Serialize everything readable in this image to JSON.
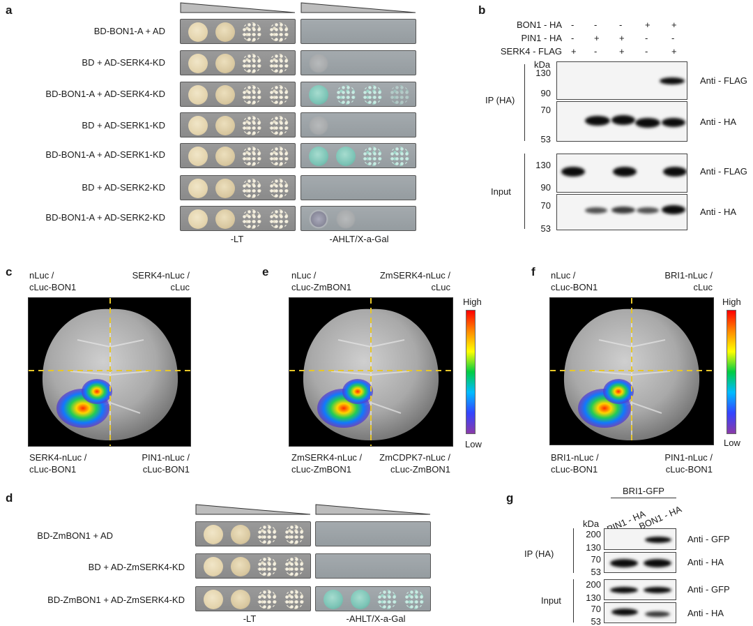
{
  "panel_a": {
    "label": "a",
    "rows": [
      "BD-BON1-A + AD",
      "BD + AD-SERK4-KD",
      "BD-BON1-A + AD-SERK4-KD",
      "BD + AD-SERK1-KD",
      "BD-BON1-A + AD-SERK1-KD",
      "BD + AD-SERK2-KD",
      "BD-BON1-A + AD-SERK2-KD"
    ],
    "left_condition": "-LT",
    "right_condition": "-AHLT/X-a-Gal",
    "growth_colors": {
      "control": "#e3d3ac",
      "positive": "#7cc4b6"
    }
  },
  "panel_b": {
    "label": "b",
    "conditions": [
      {
        "name": "BON1 - HA",
        "values": [
          "-",
          "-",
          "-",
          "+",
          "+"
        ]
      },
      {
        "name": "PIN1 - HA",
        "values": [
          "-",
          "+",
          "+",
          "-",
          "-"
        ]
      },
      {
        "name": "SERK4 - FLAG",
        "values": [
          "+",
          "-",
          "+",
          "-",
          "+"
        ]
      }
    ],
    "kda": "kDa",
    "ip_label": "IP (HA)",
    "input_label": "Input",
    "blots": [
      {
        "antibody": "Anti - FLAG",
        "markers": [
          "130",
          "90"
        ]
      },
      {
        "antibody": "Anti - HA",
        "markers": [
          "70",
          "53"
        ]
      },
      {
        "antibody": "Anti - FLAG",
        "markers": [
          "130",
          "90"
        ]
      },
      {
        "antibody": "Anti - HA",
        "markers": [
          "70",
          "53"
        ]
      }
    ]
  },
  "panel_c": {
    "label": "c",
    "tl": [
      "nLuc /",
      "cLuc-BON1"
    ],
    "tr": [
      "SERK4-nLuc /",
      "cLuc"
    ],
    "bl": [
      "SERK4-nLuc /",
      "cLuc-BON1"
    ],
    "br": [
      "PIN1-nLuc /",
      "cLuc-BON1"
    ]
  },
  "panel_e": {
    "label": "e",
    "tl": [
      "nLuc /",
      "cLuc-ZmBON1"
    ],
    "tr": [
      "ZmSERK4-nLuc /",
      "cLuc"
    ],
    "bl": [
      "ZmSERK4-nLuc /",
      "cLuc-ZmBON1"
    ],
    "br": [
      "ZmCDPK7-nLuc /",
      "cLuc-ZmBON1"
    ],
    "scale_high": "High",
    "scale_low": "Low"
  },
  "panel_f": {
    "label": "f",
    "tl": [
      "nLuc /",
      "cLuc-BON1"
    ],
    "tr": [
      "BRI1-nLuc /",
      "cLuc"
    ],
    "bl": [
      "BRI1-nLuc /",
      "cLuc-BON1"
    ],
    "br": [
      "PIN1-nLuc /",
      "cLuc-BON1"
    ],
    "scale_high": "High",
    "scale_low": "Low"
  },
  "panel_d": {
    "label": "d",
    "rows": [
      "BD-ZmBON1 + AD",
      "BD + AD-ZmSERK4-KD",
      "BD-ZmBON1 + AD-ZmSERK4-KD"
    ],
    "left_condition": "-LT",
    "right_condition": "-AHLT/X-a-Gal"
  },
  "panel_g": {
    "label": "g",
    "bait": "BRI1-GFP",
    "lanes": [
      "PIN1 - HA",
      "BON1 - HA"
    ],
    "kda": "kDa",
    "ip_label": "IP (HA)",
    "input_label": "Input",
    "blots": [
      {
        "antibody": "Anti - GFP",
        "markers": [
          "200",
          "130"
        ]
      },
      {
        "antibody": "Anti - HA",
        "markers": [
          "70",
          "53"
        ]
      },
      {
        "antibody": "Anti - GFP",
        "markers": [
          "200",
          "130"
        ]
      },
      {
        "antibody": "Anti - HA",
        "markers": [
          "70",
          "53"
        ]
      }
    ]
  }
}
